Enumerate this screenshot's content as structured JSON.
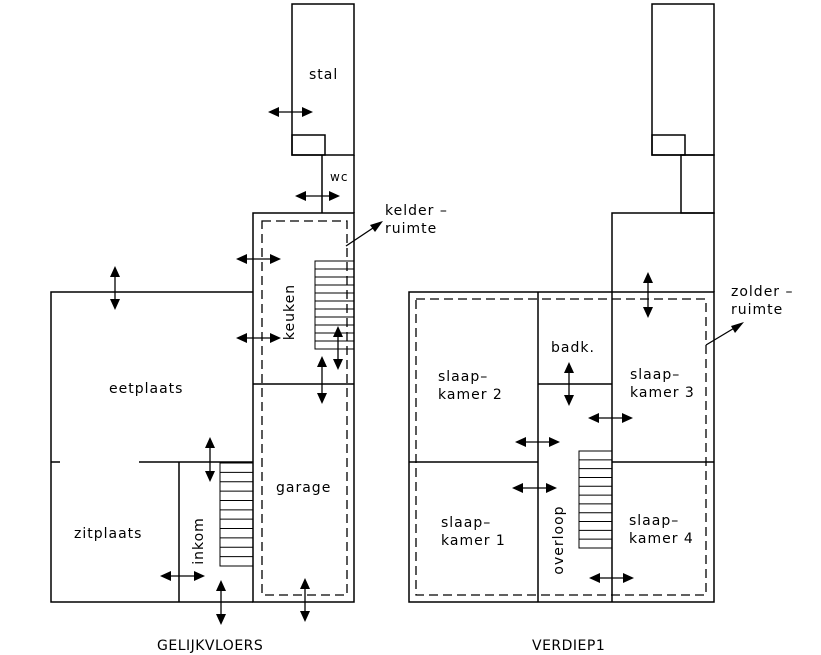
{
  "floors": [
    {
      "title": "GELIJKVLOERS",
      "rooms": [
        {
          "id": "stal",
          "label": "stal"
        },
        {
          "id": "wc",
          "label": "wc"
        },
        {
          "id": "keuken",
          "label": "keuken"
        },
        {
          "id": "eetplaats",
          "label": "eetplaats"
        },
        {
          "id": "garage",
          "label": "garage"
        },
        {
          "id": "zitplaats",
          "label": "zitplaats"
        },
        {
          "id": "inkom",
          "label": "inkom"
        }
      ],
      "annotation": {
        "line1": "kelder  –",
        "line2": "ruimte"
      }
    },
    {
      "title": "VERDIEP1",
      "rooms": [
        {
          "id": "badk",
          "label": "badk."
        },
        {
          "id": "slaapkamer-2",
          "line1": "slaap–",
          "line2": "kamer  2"
        },
        {
          "id": "slaapkamer-3",
          "line1": "slaap–",
          "line2": "kamer  3"
        },
        {
          "id": "slaapkamer-1",
          "line1": "slaap–",
          "line2": "kamer  1"
        },
        {
          "id": "slaapkamer-4",
          "line1": "slaap–",
          "line2": "kamer  4"
        },
        {
          "id": "overloop",
          "label": "overloop"
        }
      ],
      "annotation": {
        "line1": "zolder  –",
        "line2": "ruimte"
      }
    }
  ],
  "colors": {
    "line": "#000000",
    "background": "#ffffff"
  }
}
